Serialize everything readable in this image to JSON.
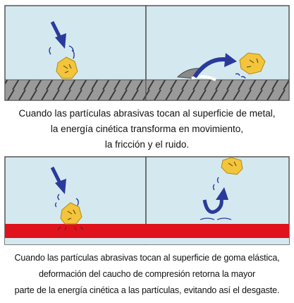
{
  "captions": {
    "top": [
      "Cuando las partículas abrasivas tocan al superficie de metal,",
      "la energía cinética transforma en movimiento,",
      "la fricción y el ruido."
    ],
    "bottom": [
      "Cuando las partículas abrasivas tocan al superficie de goma elástica,",
      "deformación del caucho de compresión retorna la mayor",
      "parte de la energía cinética a las partículas, evitando así el desgaste."
    ]
  },
  "colors": {
    "background": "#d4e9ef",
    "metal": "#9a9a9a",
    "hatch": "#3a3a3a",
    "rubber": "#e0121c",
    "particle": "#f2c53d",
    "arrow": "#2a3a9c",
    "border": "#555555"
  },
  "icons": {
    "arrow": "down-arrow-icon",
    "particle": "particle-icon"
  }
}
